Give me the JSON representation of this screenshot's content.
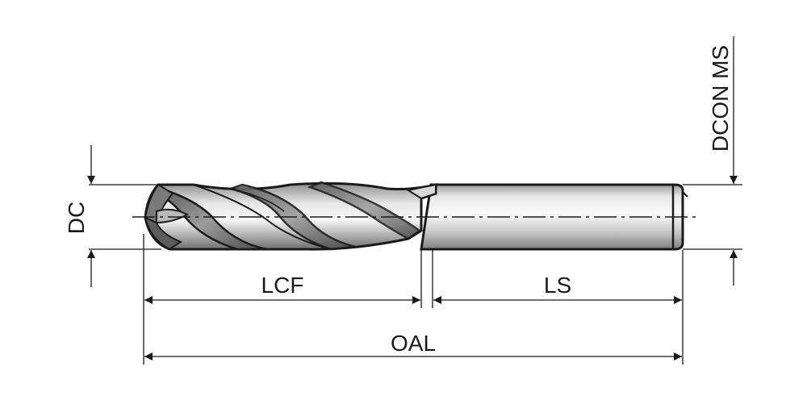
{
  "labels": {
    "dc": "DC",
    "dcon_ms": "DCON MS",
    "lcf": "LCF",
    "ls": "LS",
    "oal": "OAL"
  },
  "colors": {
    "line": "#1a1a1a",
    "shade_dark": "#8a8a8a",
    "shade_light": "#f4f4f4",
    "shade_mid": "#c8c8c8"
  }
}
